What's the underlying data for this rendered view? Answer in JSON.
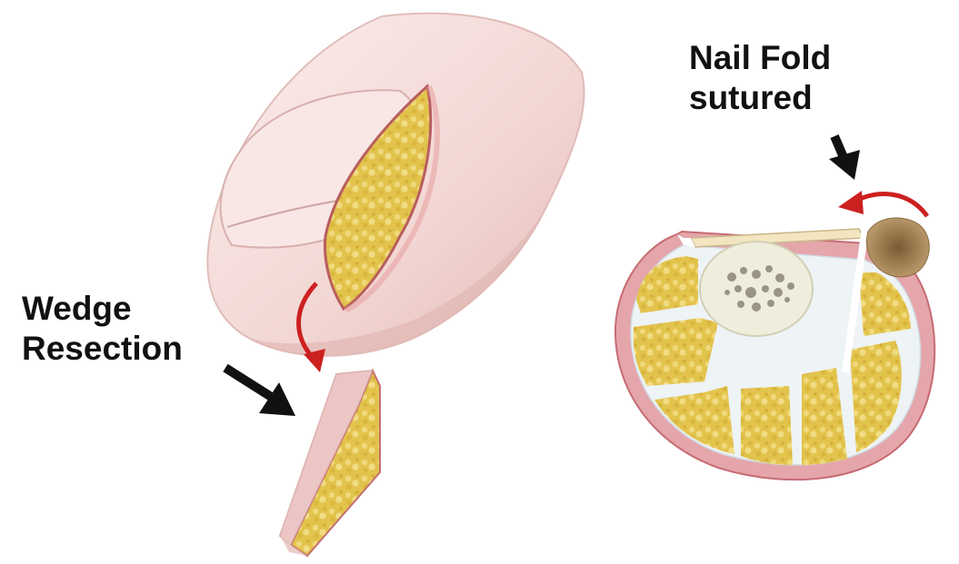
{
  "labels": {
    "wedge_line1": "Wedge",
    "wedge_line2": "Resection",
    "nail_line1": "Nail Fold",
    "nail_line2": "sutured"
  },
  "colors": {
    "skin": "#f2d9d6",
    "skin_shadow": "#dcb4b0",
    "nail": "#f7e6e4",
    "fat": "#e0c24a",
    "fat_light": "#efd97a",
    "wound_edge": "#c9706f",
    "red_arrow": "#cc2020",
    "black_arrow": "#111111",
    "septa": "#eef3f6",
    "bone": "#efeedd",
    "dermis": "#d98a90",
    "hair_brown": "#8a6a40"
  }
}
